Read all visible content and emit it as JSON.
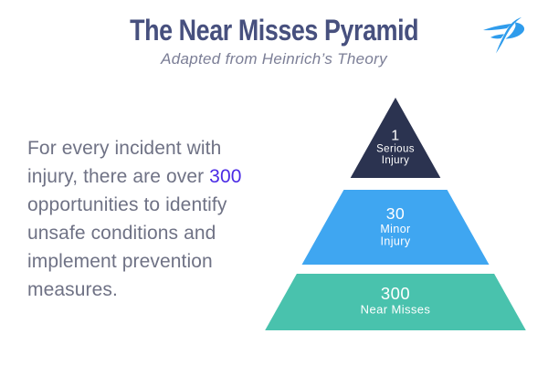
{
  "header": {
    "title": "The Near Misses Pyramid",
    "subtitle": "Adapted from Heinrich’s Theory"
  },
  "logo": {
    "name": "swoosh-p-logo",
    "color": "#2F9CEC"
  },
  "description": {
    "pre": "For every incident with injury, there are over ",
    "highlight": "300",
    "post": " opportunities to identify unsafe conditions and implement prevention measures.",
    "highlight_color": "#4B2BE5",
    "text_color": "#6F7285"
  },
  "pyramid": {
    "levels": [
      {
        "value": "1",
        "label_lines": [
          "Serious",
          "Injury"
        ],
        "color": "#2B3350"
      },
      {
        "value": "30",
        "label_lines": [
          "Minor",
          "Injury"
        ],
        "color": "#3FA6F1"
      },
      {
        "value": "300",
        "label_lines": [
          "Near Misses"
        ],
        "color": "#49C2AD"
      }
    ]
  },
  "chart_data": {
    "type": "bar",
    "subtype": "pyramid",
    "title": "The Near Misses Pyramid",
    "subtitle": "Adapted from Heinrich’s Theory",
    "categories": [
      "Serious Injury",
      "Minor Injury",
      "Near Misses"
    ],
    "values": [
      1,
      30,
      300
    ],
    "colors": [
      "#2B3350",
      "#3FA6F1",
      "#49C2AD"
    ],
    "layout": "smallest value at apex, largest at base, white gaps between levels"
  }
}
